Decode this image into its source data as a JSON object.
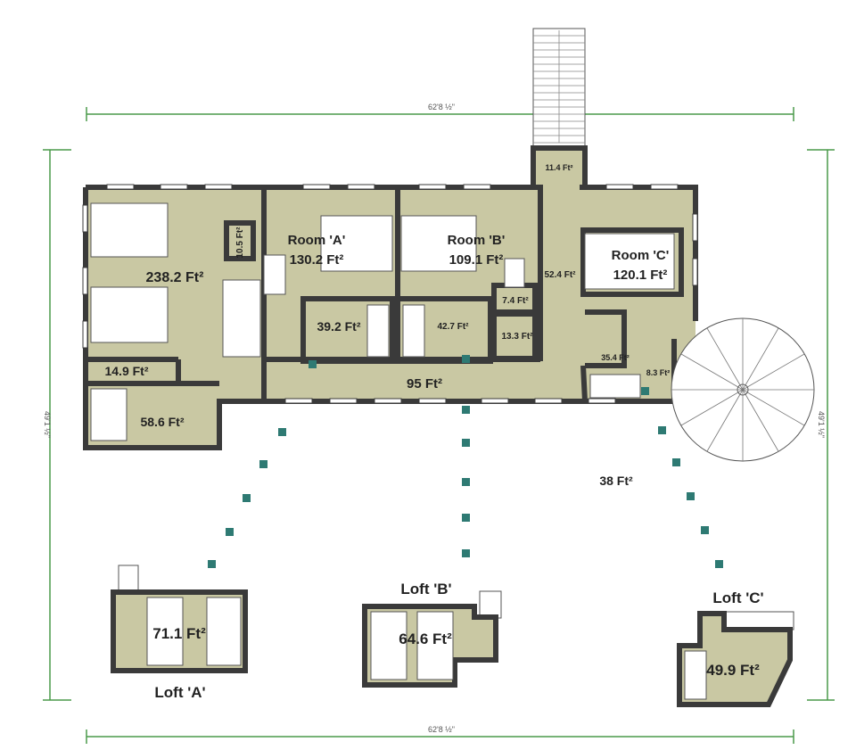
{
  "dimensions": {
    "top_width": "62'8 ½\"",
    "bottom_width": "62'8 ½\"",
    "left_height": "49'1 ½\"",
    "right_height": "49'1 ½\""
  },
  "rooms": {
    "main_bedroom_area": "238.2 Ft²",
    "closet_small": "10.5 Ft²",
    "linen": "14.9 Ft²",
    "bath_left": "58.6 Ft²",
    "room_a_name": "Room 'A'",
    "room_a_area": "130.2 Ft²",
    "bath_a": "39.2 Ft²",
    "room_b_name": "Room 'B'",
    "room_b_area": "109.1 Ft²",
    "bath_b": "42.7 Ft²",
    "closet_74": "7.4 Ft²",
    "closet_133": "13.3 Ft²",
    "hall_right": "52.4 Ft²",
    "stair_landing": "11.4 Ft²",
    "room_c_name": "Room 'C'",
    "room_c_area": "120.1 Ft²",
    "bath_c": "35.4 Ft²",
    "closet_c": "8.3 Ft²",
    "corridor": "95 Ft²",
    "deck": "38 Ft²"
  },
  "lofts": {
    "a_name": "Loft 'A'",
    "a_area": "71.1 Ft²",
    "b_name": "Loft 'B'",
    "b_area": "64.6 Ft²",
    "c_name": "Loft 'C'",
    "c_area": "49.9 Ft²"
  },
  "colors": {
    "floor": "#c9c8a3",
    "wall": "#3a3a3a",
    "dim_line": "#4a9a4a",
    "dots": "#2e7a73"
  }
}
